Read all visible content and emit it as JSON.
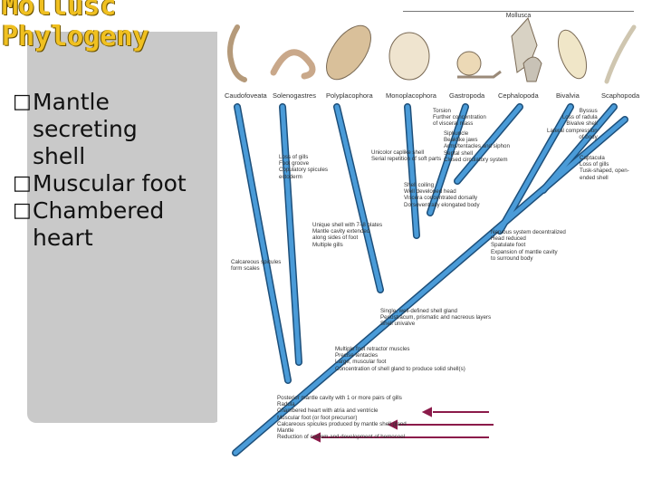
{
  "slide": {
    "title_line1": "Mollusc",
    "title_line2": "Phylogeny",
    "bullet_marker": "□",
    "bullets": [
      "Mantle secreting shell",
      "Muscular foot",
      "Chambered heart"
    ]
  },
  "diagram": {
    "group_label": "Mollusca",
    "taxa": [
      "Caudofoveata",
      "Solenogastres",
      "Polyplacophora",
      "Monoplacophora",
      "Gastropoda",
      "Cephalopoda",
      "Bivalvia",
      "Scaphopoda"
    ],
    "annotations": {
      "caudofoveata": [
        "Calcareous spicules",
        "form scales"
      ],
      "solenogastres": [
        "Loss of gills",
        "Foot groove",
        "Copulatory spicules",
        "ectoderm"
      ],
      "polyplacophora": [
        "Unique shell with 7–8 plates",
        "Mantle cavity extended",
        "along sides of foot",
        "Multiple gills"
      ],
      "monoplacophora": [
        "Unicolor caplike shell",
        "Serial repetition of soft parts"
      ],
      "gastropoda": [
        "Torsion",
        "Further concentration",
        "of visceral mass"
      ],
      "cephalopoda": [
        "Siphuncle",
        "Beaklike jaws",
        "Arms/tentacles and siphon",
        "Septal shell",
        "Closed circulatory system"
      ],
      "bivalvia": [
        "Byssus",
        "Loss of radula",
        "Bivalve shell",
        "Lateral compression",
        "of body"
      ],
      "scaphopoda": [
        "Captacula",
        "Loss of gills",
        "Tusk-shaped, open-",
        "ended shell"
      ],
      "conchifera_upper": [
        "Shell coiling",
        "Well developed head",
        "Viscera concentrated dorsally",
        "Dorsoventrally elongated body"
      ],
      "diasoma": [
        "Nervous system decentralized",
        "Head reduced",
        "Spatulate foot",
        "Expansion of mantle cavity",
        "to surround body"
      ],
      "conchifera": [
        "Single, well-defined shell gland",
        "Periostracum, prismatic and nacreous layers",
        "Shell univalve"
      ],
      "testaria": [
        "Multiple foot retractor muscles",
        "Precise tentacles",
        "Large, muscular foot",
        "Concentration of shell gland to produce solid shell(s)"
      ],
      "mollusca_base": [
        "Posterior mantle cavity with 1 or more pairs of gills",
        "Radula",
        "Chambered heart with atria and ventricle",
        "Muscular foot (or foot precursor)",
        "Calcareous spicules produced by mantle shell gland",
        "Mantle",
        "Reduction of coelom and development of hemocoel"
      ]
    }
  },
  "colors": {
    "title": "#f0c020",
    "branch": "#4a9bd8",
    "branch_outline": "#1d4f7a",
    "arrow": "#8b1a4a",
    "panel": "#c9c9c9"
  }
}
